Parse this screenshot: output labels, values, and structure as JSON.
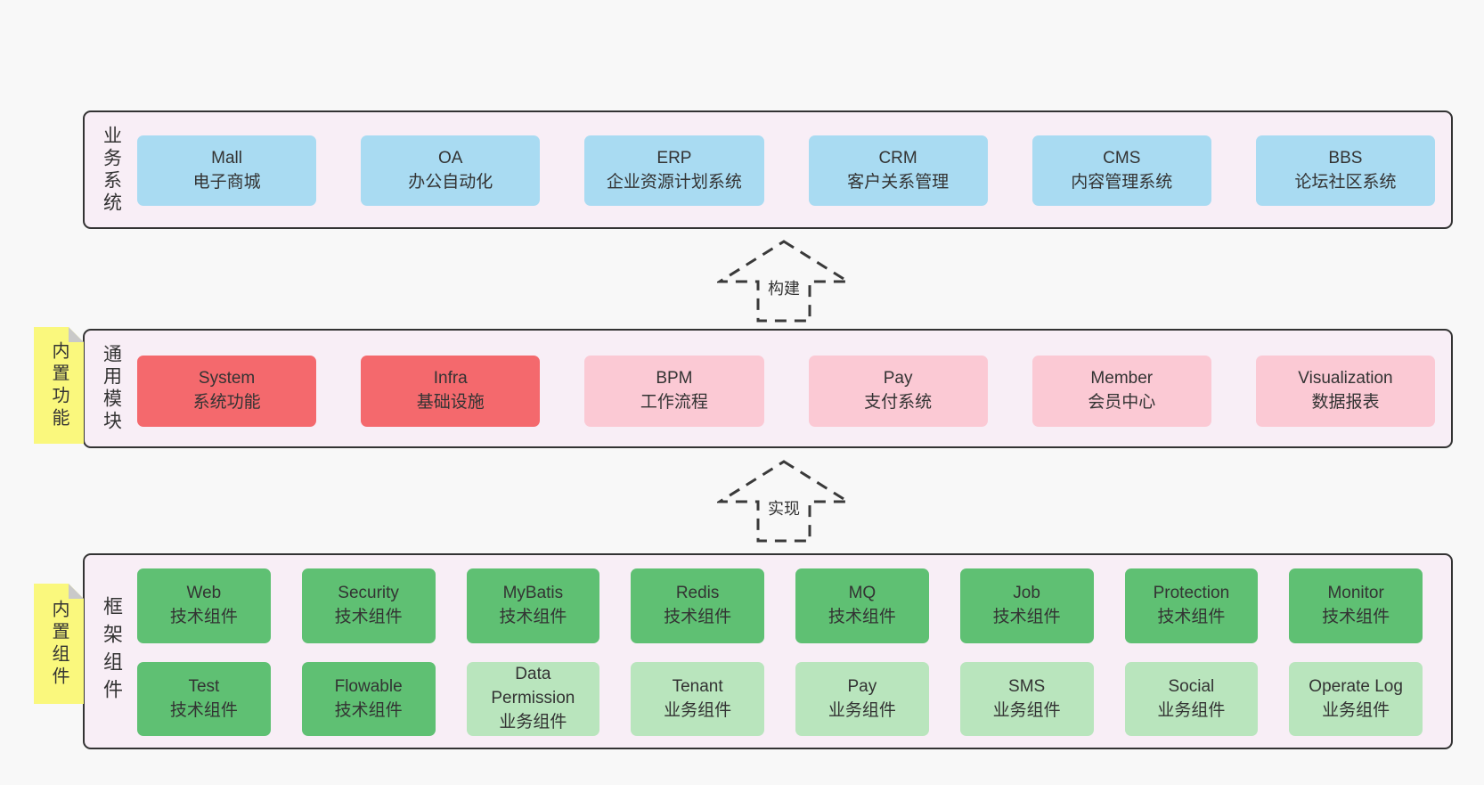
{
  "diagram": {
    "layers": {
      "business": {
        "label": "业务系统",
        "items": [
          {
            "title": "Mall",
            "subtitle": "电子商城",
            "type": "blue"
          },
          {
            "title": "OA",
            "subtitle": "办公自动化",
            "type": "blue"
          },
          {
            "title": "ERP",
            "subtitle": "企业资源计划系统",
            "type": "blue"
          },
          {
            "title": "CRM",
            "subtitle": "客户关系管理",
            "type": "blue"
          },
          {
            "title": "CMS",
            "subtitle": "内容管理系统",
            "type": "blue"
          },
          {
            "title": "BBS",
            "subtitle": "论坛社区系统",
            "type": "blue"
          }
        ]
      },
      "common": {
        "label": "通用模块",
        "note": "内置功能",
        "items": [
          {
            "title": "System",
            "subtitle": "系统功能",
            "type": "red"
          },
          {
            "title": "Infra",
            "subtitle": "基础设施",
            "type": "red"
          },
          {
            "title": "BPM",
            "subtitle": "工作流程",
            "type": "pink"
          },
          {
            "title": "Pay",
            "subtitle": "支付系统",
            "type": "pink"
          },
          {
            "title": "Member",
            "subtitle": "会员中心",
            "type": "pink"
          },
          {
            "title": "Visualization",
            "subtitle": "数据报表",
            "type": "pink"
          }
        ]
      },
      "framework": {
        "label": "框架组件",
        "note": "内置组件",
        "row1": [
          {
            "title": "Web",
            "subtitle": "技术组件",
            "type": "green"
          },
          {
            "title": "Security",
            "subtitle": "技术组件",
            "type": "green"
          },
          {
            "title": "MyBatis",
            "subtitle": "技术组件",
            "type": "green"
          },
          {
            "title": "Redis",
            "subtitle": "技术组件",
            "type": "green"
          },
          {
            "title": "MQ",
            "subtitle": "技术组件",
            "type": "green"
          },
          {
            "title": "Job",
            "subtitle": "技术组件",
            "type": "green"
          },
          {
            "title": "Protection",
            "subtitle": "技术组件",
            "type": "green"
          },
          {
            "title": "Monitor",
            "subtitle": "技术组件",
            "type": "green"
          }
        ],
        "row2": [
          {
            "title": "Test",
            "subtitle": "技术组件",
            "type": "green"
          },
          {
            "title": "Flowable",
            "subtitle": "技术组件",
            "type": "green"
          },
          {
            "title": "Data Permission",
            "subtitle": "业务组件",
            "type": "green-light"
          },
          {
            "title": "Tenant",
            "subtitle": "业务组件",
            "type": "green-light"
          },
          {
            "title": "Pay",
            "subtitle": "业务组件",
            "type": "green-light"
          },
          {
            "title": "SMS",
            "subtitle": "业务组件",
            "type": "green-light"
          },
          {
            "title": "Social",
            "subtitle": "业务组件",
            "type": "green-light"
          },
          {
            "title": "Operate Log",
            "subtitle": "业务组件",
            "type": "green-light"
          }
        ]
      }
    },
    "arrows": {
      "build": "构建",
      "implement": "实现"
    },
    "colors": {
      "page_bg": "#f8f8f8",
      "section_bg": "#f8eef6",
      "section_border": "#333333",
      "blue_box": "#a9dbf2",
      "red_box": "#f4696d",
      "pink_box": "#fbc9d4",
      "green_box": "#5fc073",
      "light_green_box": "#b9e5bd",
      "sticky_note": "#faf87d",
      "sticky_fold": "#c9c9c9",
      "text": "#333333"
    }
  }
}
